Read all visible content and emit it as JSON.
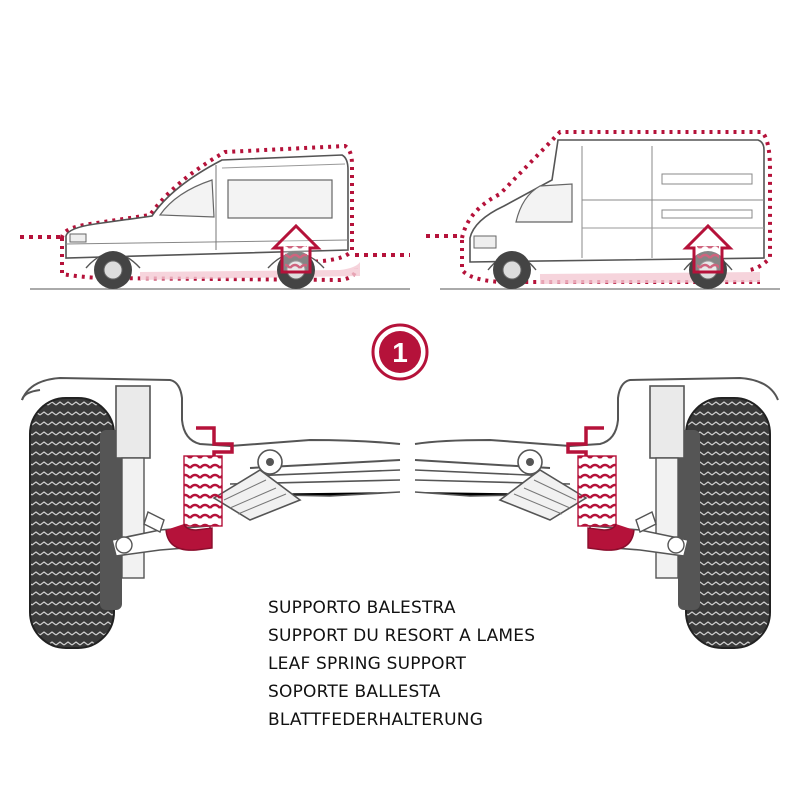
{
  "badge": "1",
  "labels": [
    "SUPPORTO BALESTRA",
    "SUPPORT DU RESORT A LAMES",
    "LEAF SPRING SUPPORT",
    "SOPORTE BALLESTA",
    "BLATTFEDERHALTERUNG"
  ],
  "colors": {
    "accent": "#b5123a",
    "outline": "#555555",
    "tire": "#333333"
  }
}
